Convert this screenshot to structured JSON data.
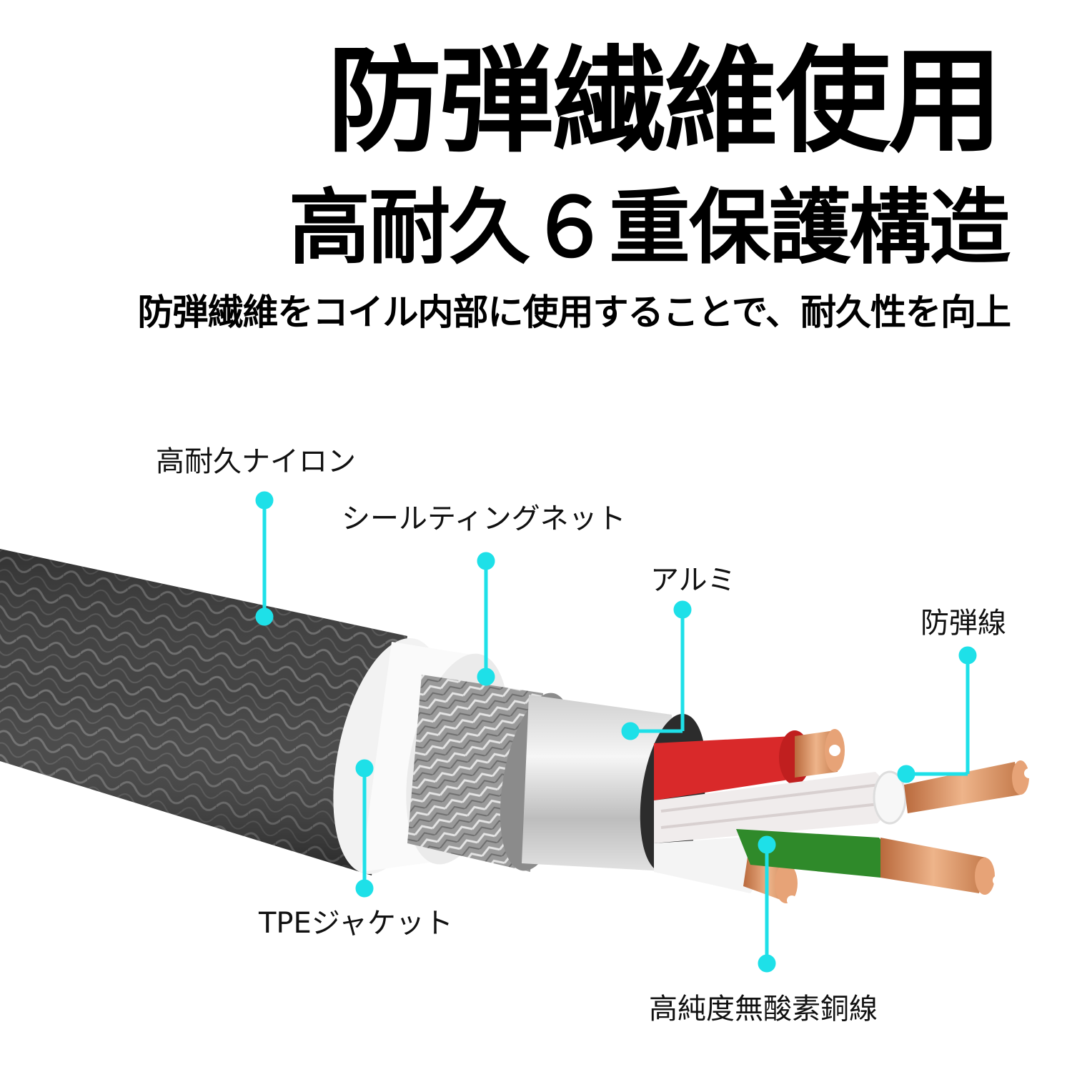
{
  "heading": {
    "main": "防弾繊維使用",
    "sub": "高耐久６重保護構造",
    "description": "防弾繊維をコイル内部に使用することで、耐久性を向上"
  },
  "labels": {
    "nylon": "高耐久ナイロン",
    "shielding_net": "シールティングネット",
    "aluminum": "アルミ",
    "kevlar": "防弾線",
    "tpe_jacket": "TPEジャケット",
    "copper": "高純度無酸素銅線"
  },
  "colors": {
    "callout": "#1ee0e8",
    "nylon_jacket": "#3a3a3a",
    "red_wire": "#d9292a",
    "green_wire": "#2f8a2a",
    "copper": "#d98d5c"
  }
}
